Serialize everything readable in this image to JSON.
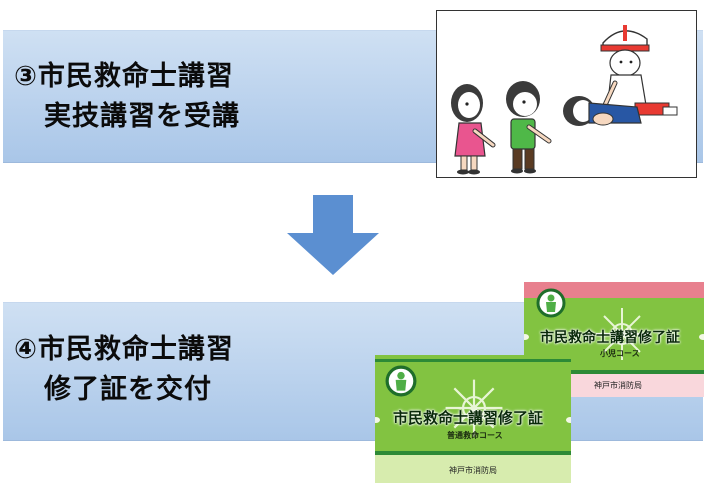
{
  "steps": [
    {
      "line1": "③市民救命士講習",
      "line2": "実技講習を受講"
    },
    {
      "line1": "④市民救命士講習",
      "line2": "修了証を交付"
    }
  ],
  "cards": {
    "pediatric": {
      "title": "市民救命士講習修了証",
      "course": "小児コース",
      "issuer": "神戸市消防局"
    },
    "standard": {
      "title": "市民救命士講習修了証",
      "course": "普通救命コース",
      "issuer": "神戸市消防局"
    }
  },
  "colors": {
    "band_light": "#cfe0f3",
    "band_dark": "#a9c6e8",
    "arrow": "#5b8fd1",
    "card_green": "#82c341",
    "card_pink_bar": "#e8808e",
    "card_pink_bg": "#f9d7dc",
    "card_green_bg": "#d7ecae"
  }
}
